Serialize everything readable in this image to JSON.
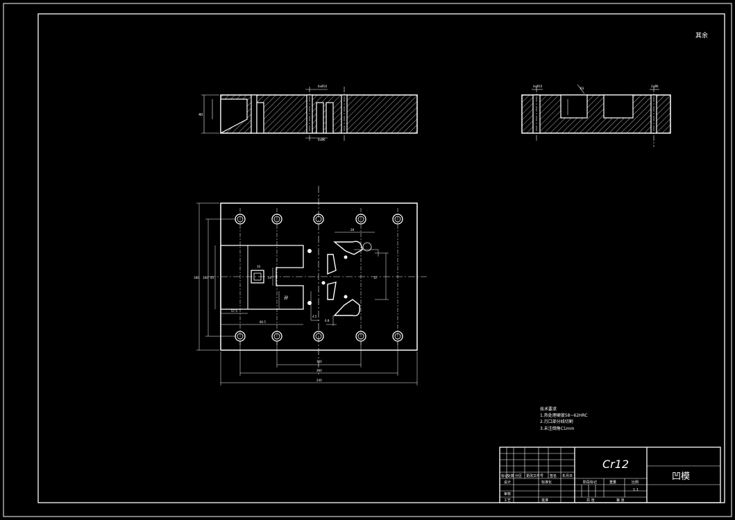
{
  "corner_mark": "其余",
  "technical_requirements": {
    "title": "技术要求",
    "items": [
      "1.热处理硬度58~62HRC",
      "2.刃口部分线切割",
      "3.未注倒角C1mm"
    ]
  },
  "title_block": {
    "material": "Cr12",
    "part_name": "凹模",
    "labels": [
      "标记",
      "处数",
      "分区",
      "更改文件号",
      "签名",
      "年月日",
      "设计",
      "标准化",
      "审核",
      "工艺",
      "批准",
      "阶段标记",
      "重量",
      "比例",
      "共 张",
      "第 张",
      "1:1"
    ]
  },
  "dimensions": {
    "front_view": [
      "40",
      "6xØ10",
      "6xØ6"
    ],
    "side_view": [
      "4xØ10",
      "R3",
      "2xØ6"
    ],
    "top_view": {
      "left": [
        "180",
        "160",
        "45",
        "24",
        "20"
      ],
      "bottom": [
        "160",
        "200",
        "240",
        "57.5",
        "80.5"
      ],
      "center": [
        "28",
        "12",
        "6.8",
        "4.5",
        "20",
        "10"
      ]
    }
  }
}
